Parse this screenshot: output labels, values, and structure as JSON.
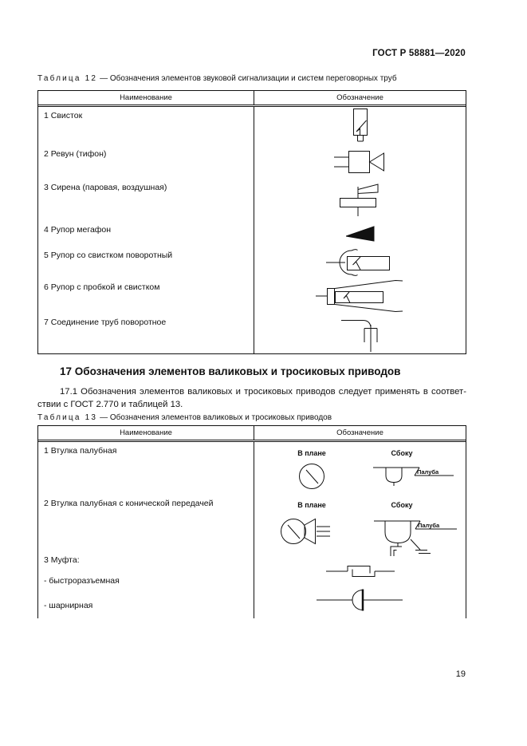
{
  "doc_header": "ГОСТ Р 58881—2020",
  "page_number": "19",
  "table12": {
    "caption_label": "Таблица 12",
    "caption_text": "— Обозначения элементов звуковой сигнализации и систем переговорных труб",
    "headers": {
      "name": "Наименование",
      "symbol": "Обозначение"
    },
    "rows": [
      {
        "name": "1 Свисток",
        "icon": "whistle-icon"
      },
      {
        "name": "2 Ревун (тифон)",
        "icon": "typhon-horn-icon"
      },
      {
        "name": "3 Сирена (паровая, воздушная)",
        "icon": "siren-icon"
      },
      {
        "name": "4 Рупор мегафон",
        "icon": "megaphone-icon"
      },
      {
        "name": "5 Рупор со свистком поворотный",
        "icon": "rotary-horn-whistle-icon"
      },
      {
        "name": "6 Рупор с пробкой и свистком",
        "icon": "horn-plug-whistle-icon"
      },
      {
        "name": "7 Соединение труб поворотное",
        "icon": "rotary-pipe-joint-icon"
      }
    ]
  },
  "section17": {
    "title": "17 Обозначения элементов валиковых и тросиковых приводов",
    "para_line1": "17.1 Обозначения элементов валиковых и тросиковых приводов следует применять в соответ-",
    "para_line2": "ствии с ГОСТ 2.770 и таблицей 13."
  },
  "table13": {
    "caption_label": "Таблица 13",
    "caption_text": "— Обозначения элементов валиковых и тросиковых приводов",
    "headers": {
      "name": "Наименование",
      "symbol": "Обозначение"
    },
    "rows": [
      {
        "name": "1 Втулка палубная",
        "plan_label": "В плане",
        "side_label": "Сбоку",
        "deck_label": "Палуба",
        "plan_icon": "deck-bushing-plan-icon",
        "side_icon": "deck-bushing-side-icon"
      },
      {
        "name": "2 Втулка палубная с конической передачей",
        "plan_label": "В плане",
        "side_label": "Сбоку",
        "deck_label": "Палуба",
        "plan_icon": "bevel-bushing-plan-icon",
        "side_icon": "bevel-bushing-side-icon"
      },
      {
        "name": "3 Муфта:",
        "sub1": "- быстроразъемная",
        "sub2": "- шарнирная",
        "sub1_icon": "quick-release-coupling-icon",
        "sub2_icon": "hinge-coupling-icon"
      }
    ]
  }
}
